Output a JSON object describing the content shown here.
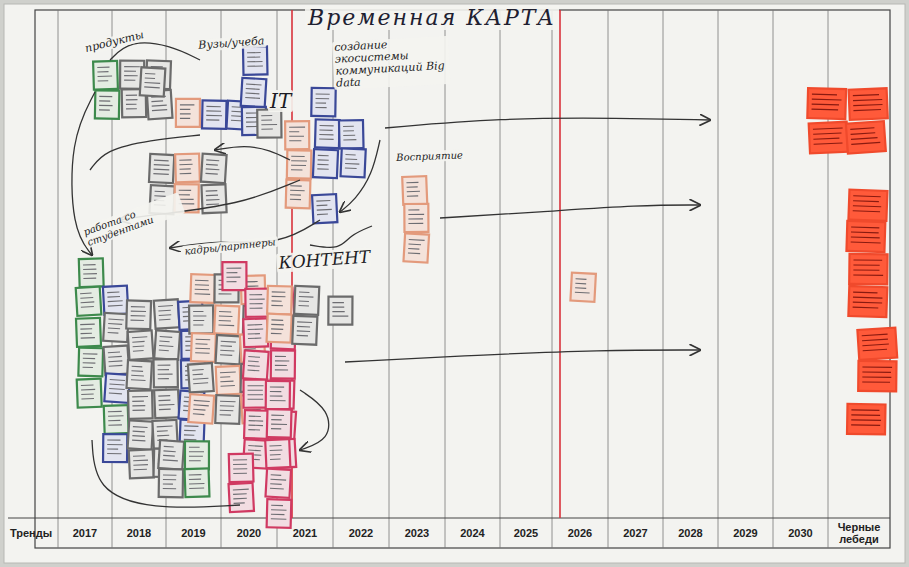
{
  "diagram": {
    "title": "Временная КАРТА",
    "labels": [
      "продукты",
      "Вузы/учеба",
      "IT",
      "создание экосистемы коммуникаций Big data",
      "Восприятие",
      "работа со студентами",
      "кадры/партнеры",
      "КОНТЕНТ",
      "Тренды",
      "2017",
      "2018",
      "2019",
      "2020",
      "2021",
      "2022",
      "2023",
      "2024",
      "2025",
      "2026",
      "2027",
      "2028",
      "2029",
      "2030",
      "Черные лебеди"
    ]
  }
}
